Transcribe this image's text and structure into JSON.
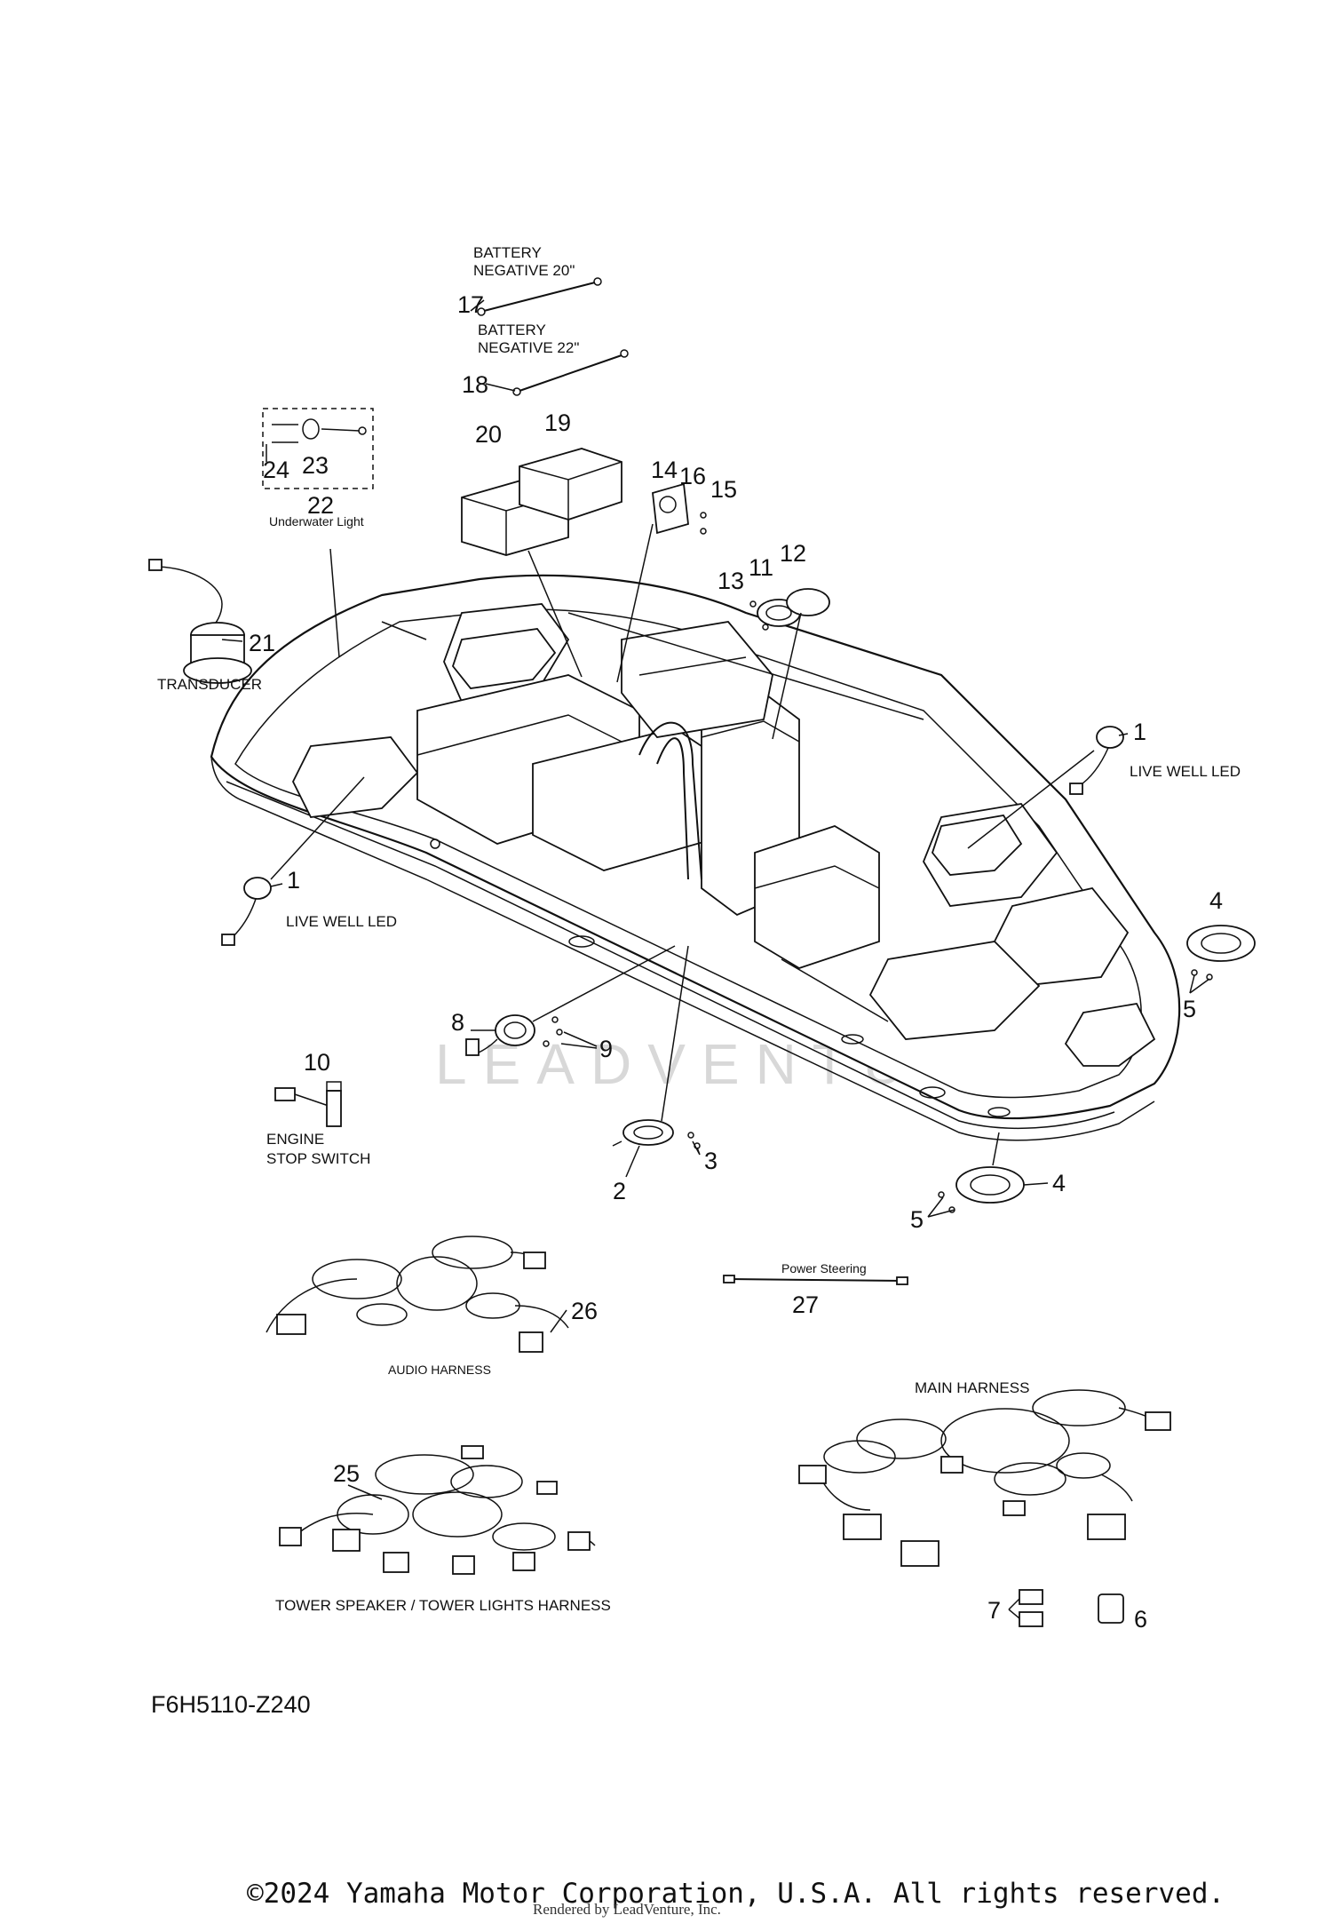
{
  "diagram": {
    "code": "F6H5110-Z240",
    "watermark": "LEADVENTURE",
    "copyright": "©2024 Yamaha Motor Corporation, U.S.A. All rights reserved.",
    "credit": "Rendered by LeadVenture, Inc."
  },
  "callouts": {
    "n1a": "1",
    "n1b": "1",
    "n2": "2",
    "n3": "3",
    "n4a": "4",
    "n4b": "4",
    "n5a": "5",
    "n5b": "5",
    "n6": "6",
    "n7": "7",
    "n8": "8",
    "n9": "9",
    "n10": "10",
    "n11": "11",
    "n12": "12",
    "n13": "13",
    "n14": "14",
    "n15": "15",
    "n16": "16",
    "n17": "17",
    "n18": "18",
    "n19": "19",
    "n20": "20",
    "n21": "21",
    "n22": "22",
    "n23": "23",
    "n24": "24",
    "n25": "25",
    "n26": "26",
    "n27": "27"
  },
  "captions": {
    "battery_neg_20_l1": "BATTERY",
    "battery_neg_20_l2": "NEGATIVE 20\"",
    "battery_neg_22_l1": "BATTERY",
    "battery_neg_22_l2": "NEGATIVE 22\"",
    "underwater_light": "Underwater Light",
    "transducer": "TRANSDUCER",
    "live_well_led_right": "LIVE WELL LED",
    "live_well_led_left": "LIVE WELL LED",
    "engine_stop_l1": "ENGINE",
    "engine_stop_l2": "STOP SWITCH",
    "power_steering": "Power Steering",
    "audio_harness": "AUDIO HARNESS",
    "main_harness": "MAIN HARNESS",
    "tower_harness": "TOWER SPEAKER / TOWER LIGHTS HARNESS"
  }
}
